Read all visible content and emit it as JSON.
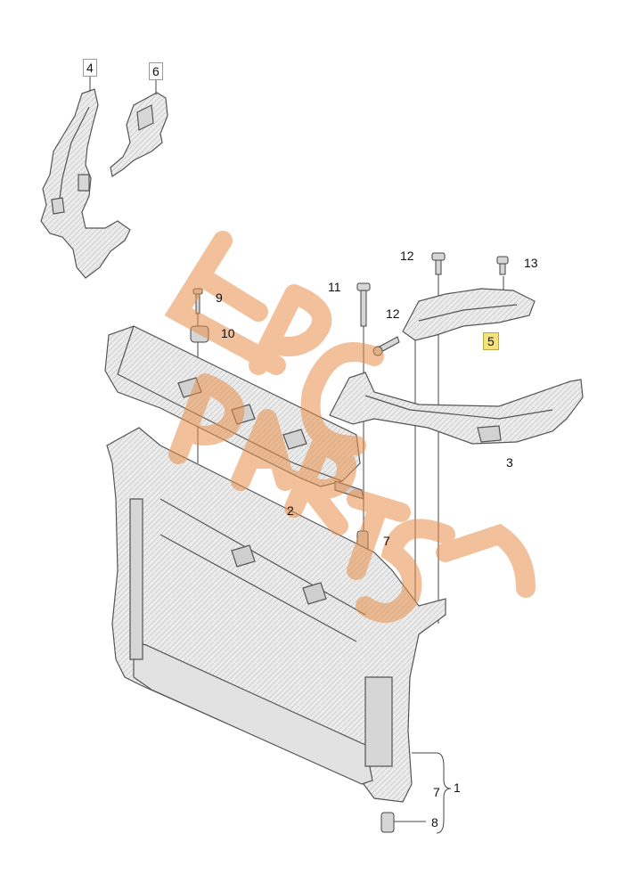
{
  "diagram": {
    "callouts": [
      {
        "id": "c4",
        "text": "4"
      },
      {
        "id": "c6",
        "text": "6"
      },
      {
        "id": "c12a",
        "text": "12"
      },
      {
        "id": "c13",
        "text": "13"
      },
      {
        "id": "c11",
        "text": "11"
      },
      {
        "id": "c9",
        "text": "9"
      },
      {
        "id": "c12b",
        "text": "12"
      },
      {
        "id": "c10",
        "text": "10"
      },
      {
        "id": "c5",
        "text": "5"
      },
      {
        "id": "c3",
        "text": "3"
      },
      {
        "id": "c2",
        "text": "2"
      },
      {
        "id": "c7a",
        "text": "7"
      },
      {
        "id": "c7b",
        "text": "7"
      },
      {
        "id": "c1",
        "text": "1"
      },
      {
        "id": "c8",
        "text": "8"
      }
    ],
    "watermark": {
      "line1": "EPC",
      "line2": "PARTS"
    },
    "colors": {
      "line": "#555555",
      "part": "#e9e9e9",
      "partDark": "#c4c4c4",
      "watermark": "#e8904a",
      "highlight": "#f5e27a"
    }
  }
}
